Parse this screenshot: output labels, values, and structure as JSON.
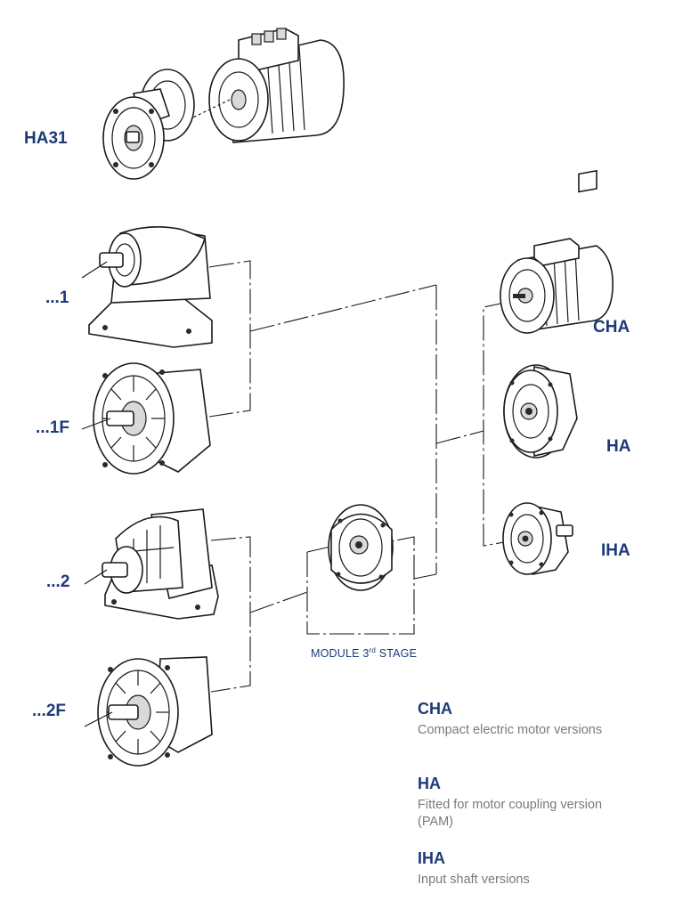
{
  "labels": {
    "ha31": "HA31",
    "g1": "...1",
    "g1f": "...1F",
    "g2": "...2",
    "g2f": "...2F",
    "cha": "CHA",
    "ha": "HA",
    "iha": "IHA"
  },
  "module": {
    "text": "MODULE 3",
    "suffix": "rd",
    "tail": " STAGE"
  },
  "legend": [
    {
      "code": "CHA",
      "desc": "Compact electric motor versions"
    },
    {
      "code": "HA",
      "desc": "Fitted for motor coupling version (PAM)"
    },
    {
      "code": "IHA",
      "desc": "Input shaft versions"
    }
  ]
}
